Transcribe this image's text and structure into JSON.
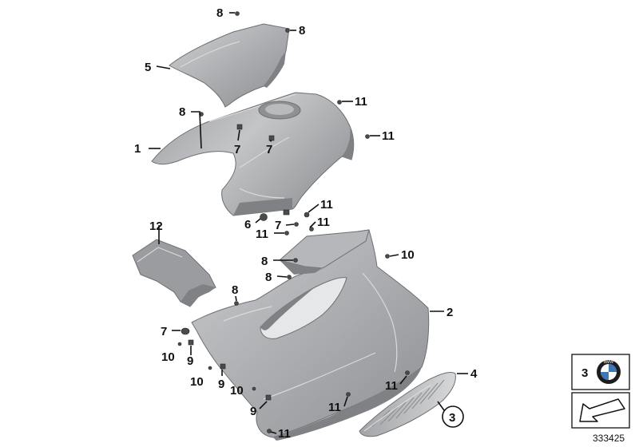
{
  "diagram_id": "333425",
  "callouts": {
    "c8a": "8",
    "c8b": "8",
    "c5": "5",
    "c8c": "8",
    "c11a": "11",
    "c1": "1",
    "c7a": "7",
    "c7b": "7",
    "c11b": "11",
    "c11c": "11",
    "c6": "6",
    "c7c": "7",
    "c11d": "11",
    "c11e": "11",
    "c12": "12",
    "c10a": "10",
    "c8d": "8",
    "c8e": "8",
    "c8f": "8",
    "c2": "2",
    "c7d": "7",
    "c10b": "10",
    "c9a": "9",
    "c10c": "10",
    "c9b": "9",
    "c10d": "10",
    "c9c": "9",
    "c11f": "11",
    "c4": "4",
    "c11g": "11",
    "c3": "3",
    "c11h": "11"
  },
  "legend": {
    "key_number": "3",
    "badge_letters": "BMW"
  },
  "colors": {
    "part_fill": "#a7a9ac",
    "part_light": "#c6c8ca",
    "part_dark": "#85878a",
    "line": "#111111"
  }
}
